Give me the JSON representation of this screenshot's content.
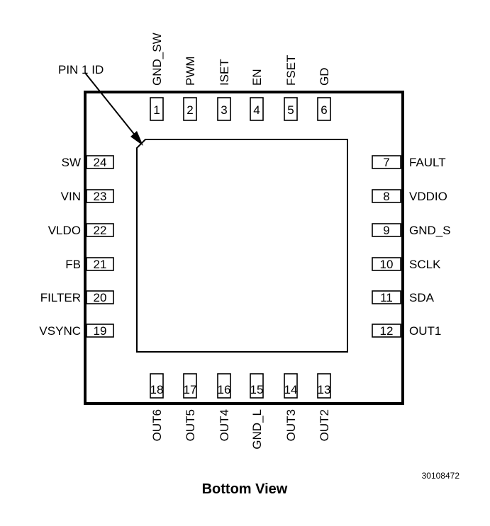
{
  "title": "Bottom View",
  "doc_code": "30108472",
  "pin1_label": "PIN 1 ID",
  "pins": {
    "top": [
      {
        "num": "1",
        "name": "GND_SW"
      },
      {
        "num": "2",
        "name": "PWM"
      },
      {
        "num": "3",
        "name": "ISET"
      },
      {
        "num": "4",
        "name": "EN"
      },
      {
        "num": "5",
        "name": "FSET"
      },
      {
        "num": "6",
        "name": "GD"
      }
    ],
    "right": [
      {
        "num": "7",
        "name": "FAULT"
      },
      {
        "num": "8",
        "name": "VDDIO"
      },
      {
        "num": "9",
        "name": "GND_S"
      },
      {
        "num": "10",
        "name": "SCLK"
      },
      {
        "num": "11",
        "name": "SDA"
      },
      {
        "num": "12",
        "name": "OUT1"
      }
    ],
    "bottom": [
      {
        "num": "18",
        "name": "OUT6"
      },
      {
        "num": "17",
        "name": "OUT5"
      },
      {
        "num": "16",
        "name": "OUT4"
      },
      {
        "num": "15",
        "name": "GND_L"
      },
      {
        "num": "14",
        "name": "OUT3"
      },
      {
        "num": "13",
        "name": "OUT2"
      }
    ],
    "left": [
      {
        "num": "24",
        "name": "SW"
      },
      {
        "num": "23",
        "name": "VIN"
      },
      {
        "num": "22",
        "name": "VLDO"
      },
      {
        "num": "21",
        "name": "FB"
      },
      {
        "num": "20",
        "name": "FILTER"
      },
      {
        "num": "19",
        "name": "VSYNC"
      }
    ]
  }
}
